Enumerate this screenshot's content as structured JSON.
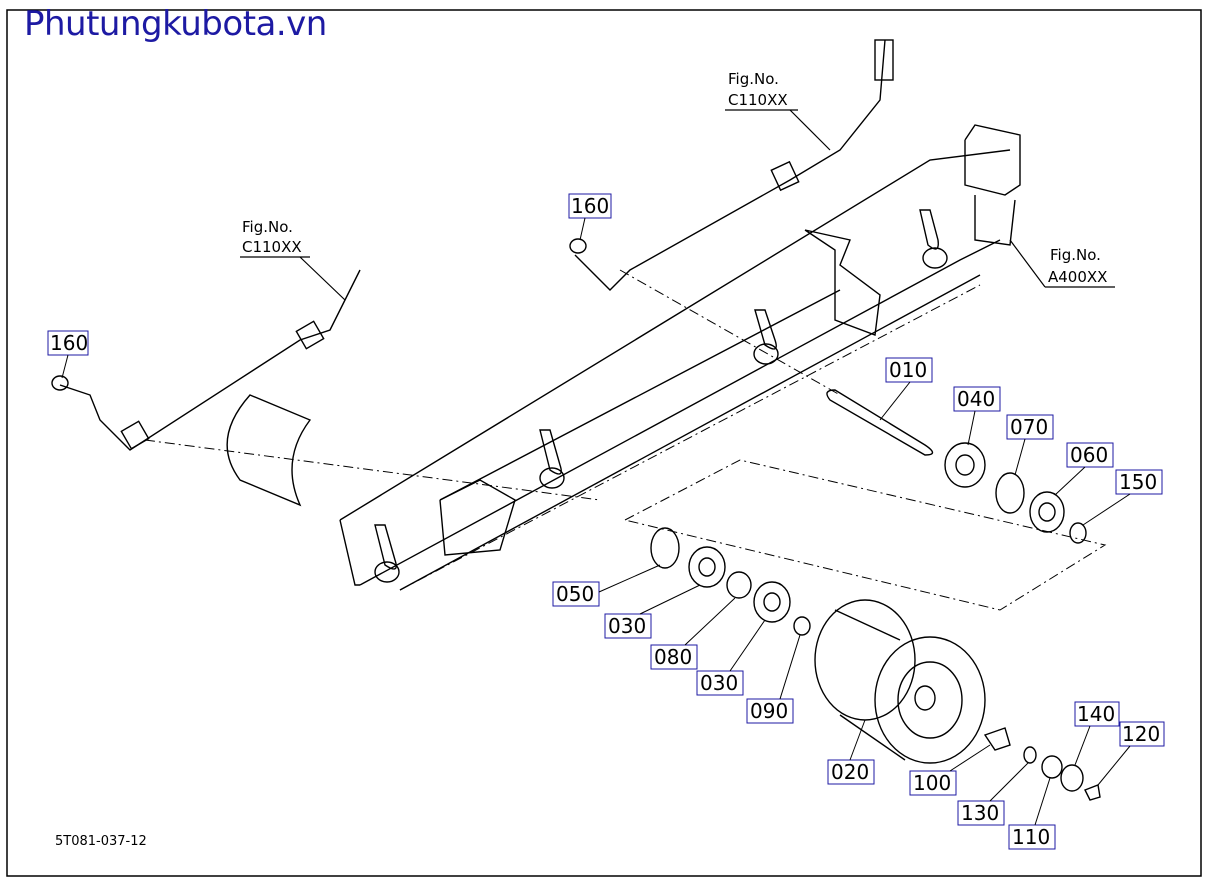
{
  "watermark": "Phutungkubota.vn",
  "drawing_code": "5T081-037-12",
  "fig_refs": [
    {
      "line1": "Fig.No.",
      "line2": "C110XX"
    },
    {
      "line1": "Fig.No.",
      "line2": "C110XX"
    },
    {
      "line1": "Fig.No.",
      "line2": "A400XX"
    }
  ],
  "part_numbers": [
    "160",
    "160",
    "010",
    "040",
    "070",
    "060",
    "150",
    "050",
    "030",
    "080",
    "030",
    "090",
    "020",
    "100",
    "130",
    "110",
    "140",
    "120"
  ]
}
